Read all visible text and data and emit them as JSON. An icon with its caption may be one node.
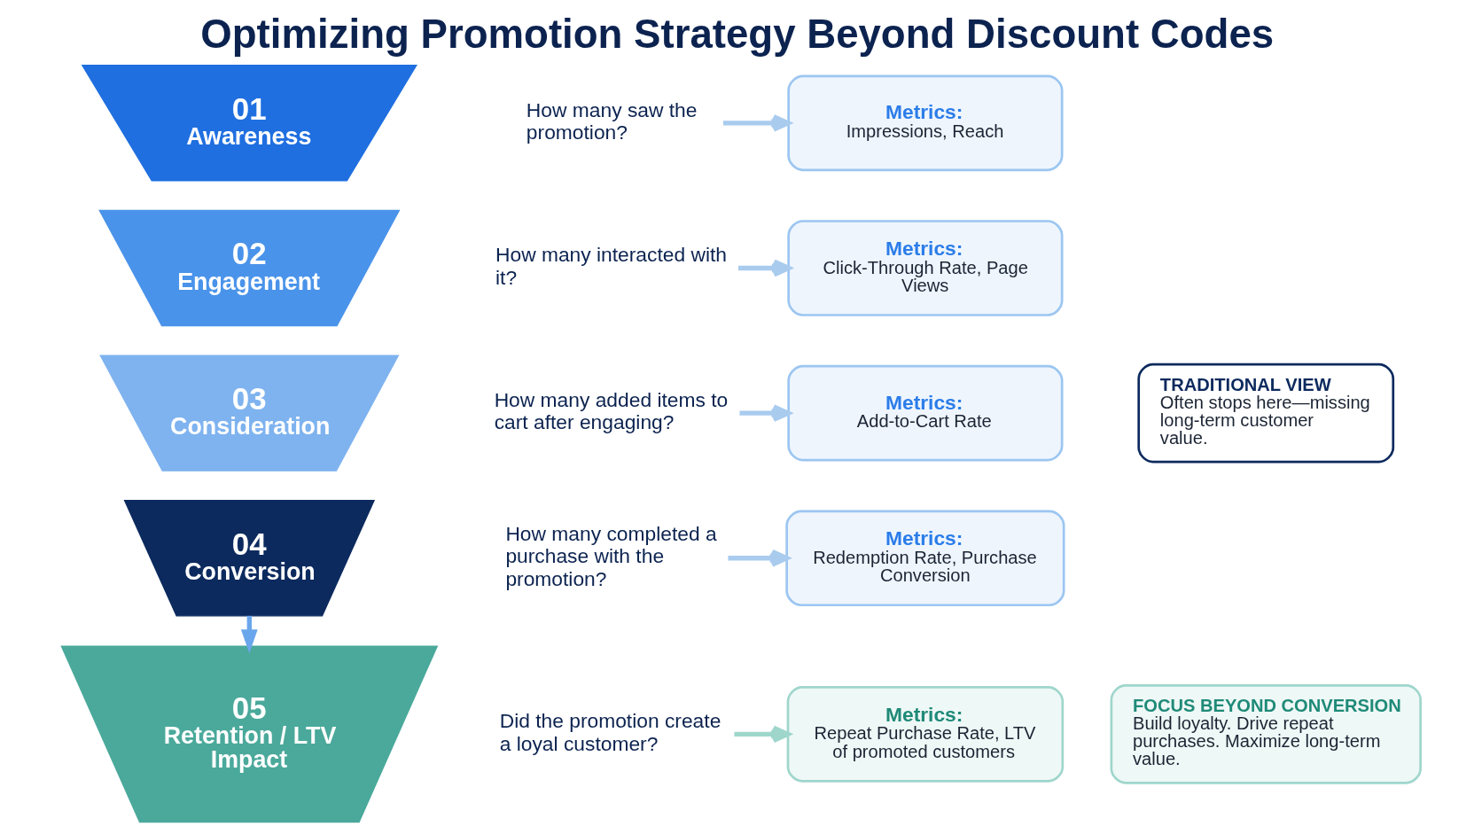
{
  "diagram": {
    "title": "Optimizing Promotion Strategy Beyond Discount Codes",
    "nodes": [
      {
        "text": [
          "01",
          "Awareness"
        ]
      },
      {
        "text": [
          "How many saw the promotion?"
        ]
      },
      {
        "text": [
          "Metrics:",
          "Impressions, Reach"
        ]
      },
      {
        "text": [
          "02",
          "Engagement"
        ]
      },
      {
        "text": [
          "How many interacted with it?"
        ]
      },
      {
        "text": [
          "Metrics:",
          "Click-Through Rate, Page Views"
        ]
      },
      {
        "text": [
          "03",
          "Consideration"
        ]
      },
      {
        "text": [
          "How many added items to cart after engaging?"
        ]
      },
      {
        "text": [
          "Metrics:",
          "Add-to-Cart Rate"
        ]
      },
      {
        "text": [
          "04",
          "Conversion"
        ]
      },
      {
        "text": [
          "How many completed a purchase with the promotion?"
        ]
      },
      {
        "text": [
          "Metrics:",
          "Redemption Rate, Purchase Conversion"
        ]
      },
      {
        "text": [
          "TRADITIONAL VIEW",
          "Often stops here—missing long-term customer value."
        ]
      },
      {
        "text": [
          "05",
          "Retention / LTV Impact"
        ]
      },
      {
        "text": [
          "Did the promotion create a loyal customer?"
        ]
      },
      {
        "text": [
          "Metrics:",
          "Repeat Purchase Rate, LTV of promoted customers"
        ]
      },
      {
        "text": [
          "FOCUS BEYOND CONVERSION",
          "Build loyalty. Drive repeat purchases. Maximize long-term value."
        ]
      }
    ],
    "edges": [
      {
        "from": 1,
        "to": 2,
        "arrow": "to"
      },
      {
        "from": 4,
        "to": 5,
        "arrow": "to"
      },
      {
        "from": 7,
        "to": 8,
        "arrow": "to"
      },
      {
        "from": 10,
        "to": 11,
        "arrow": "to"
      },
      {
        "from": 9,
        "to": 13,
        "arrow": "to",
        "color": "#6aa6ec"
      },
      {
        "from": 14,
        "to": 15,
        "arrow": "to",
        "color": "#9fd6cc"
      }
    ]
  }
}
